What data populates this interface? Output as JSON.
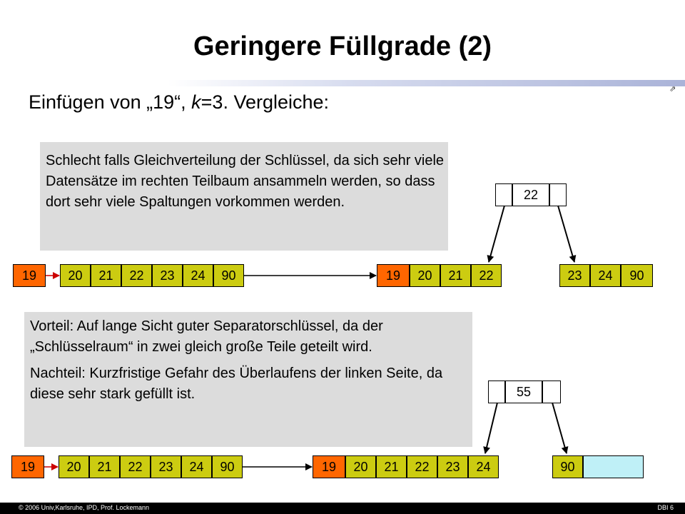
{
  "slide": {
    "title": "Geringere Füllgrade (2)",
    "icon_glyph": "⇗",
    "subtitle_prefix": "Einfügen von „19“, ",
    "subtitle_var": "k",
    "subtitle_suffix": "=3. Vergleiche:"
  },
  "case1": {
    "note": "Schlecht falls Gleichverteilung der Schlüssel, da sich sehr viele Datensätze im rechten Teilbaum ansammeln werden, so dass dort sehr viele Spaltungen vorkommen werden.",
    "insert_key": "19",
    "node_keys": [
      "20",
      "21",
      "22",
      "23",
      "24",
      "90"
    ],
    "root_key": "22",
    "left_leaf_keys": [
      "19",
      "20",
      "21",
      "22"
    ],
    "right_leaf_keys": [
      "23",
      "24",
      "90"
    ]
  },
  "case2": {
    "note_advantage": "Vorteil: Auf lange Sicht guter Separatorschlüssel, da der „Schlüsselraum“ in zwei gleich große Teile geteilt wird.",
    "note_disadvantage": "Nachteil: Kurzfristige Gefahr des Überlaufens der linken Seite, da diese sehr stark gefüllt ist.",
    "insert_key": "19",
    "node_keys": [
      "20",
      "21",
      "22",
      "23",
      "24",
      "90"
    ],
    "root_key": "55",
    "left_leaf_keys": [
      "19",
      "20",
      "21",
      "22",
      "23",
      "24"
    ],
    "right_leaf_keys": [
      "90"
    ]
  },
  "footer": {
    "left": "© 2006 Univ,Karlsruhe, IPD, Prof. Lockemann",
    "right": "DBI 6"
  },
  "colors": {
    "key_cell": "#cccc11",
    "inserted_key": "#ff6600",
    "empty_slot": "#bff0f7",
    "note_background": "#dcdcdc",
    "title_rule": "#aab3d8"
  }
}
